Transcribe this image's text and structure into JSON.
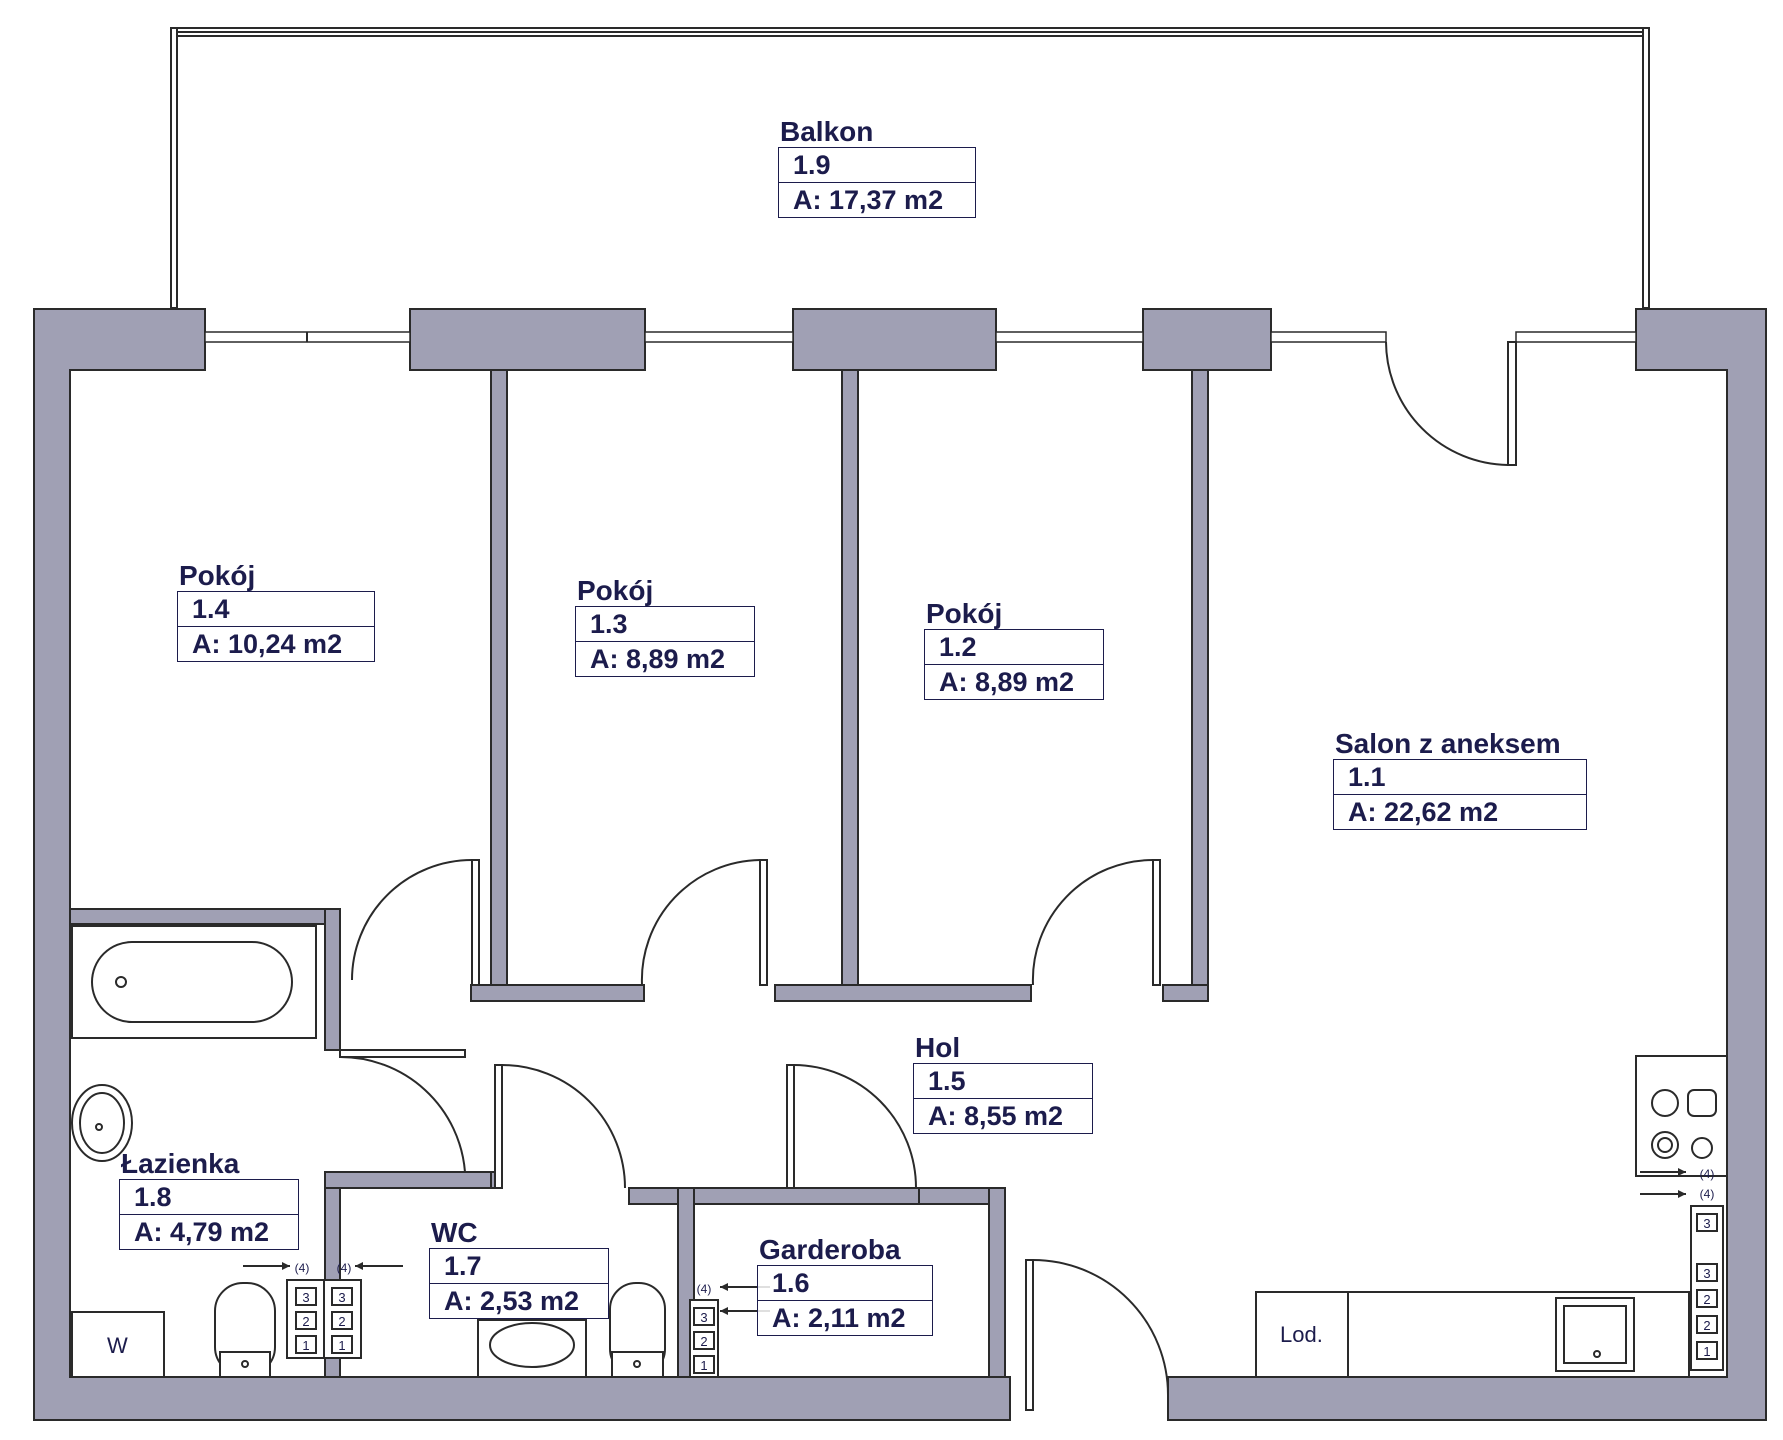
{
  "rooms": {
    "balkon": {
      "name": "Balkon",
      "number": "1.9",
      "area": "A: 17,37 m2"
    },
    "pokoj14": {
      "name": "Pokój",
      "number": "1.4",
      "area": "A: 10,24 m2"
    },
    "pokoj13": {
      "name": "Pokój",
      "number": "1.3",
      "area": "A: 8,89 m2"
    },
    "pokoj12": {
      "name": "Pokój",
      "number": "1.2",
      "area": "A: 8,89 m2"
    },
    "salon": {
      "name": "Salon z aneksem",
      "number": "1.1",
      "area": "A: 22,62 m2"
    },
    "hol": {
      "name": "Hol",
      "number": "1.5",
      "area": "A: 8,55 m2"
    },
    "lazienka": {
      "name": "Łazienka",
      "number": "1.8",
      "area": "A: 4,79 m2"
    },
    "wc": {
      "name": "WC",
      "number": "1.7",
      "area": "A: 2,53 m2"
    },
    "garderoba": {
      "name": "Garderoba",
      "number": "1.6",
      "area": "A: 2,11 m2"
    }
  },
  "fixtures": {
    "washer": "W",
    "fridge": "Lod."
  },
  "colors": {
    "wall": "#a0a0b4",
    "wall_stroke": "#2a2a2a",
    "text": "#1c1c4c"
  }
}
